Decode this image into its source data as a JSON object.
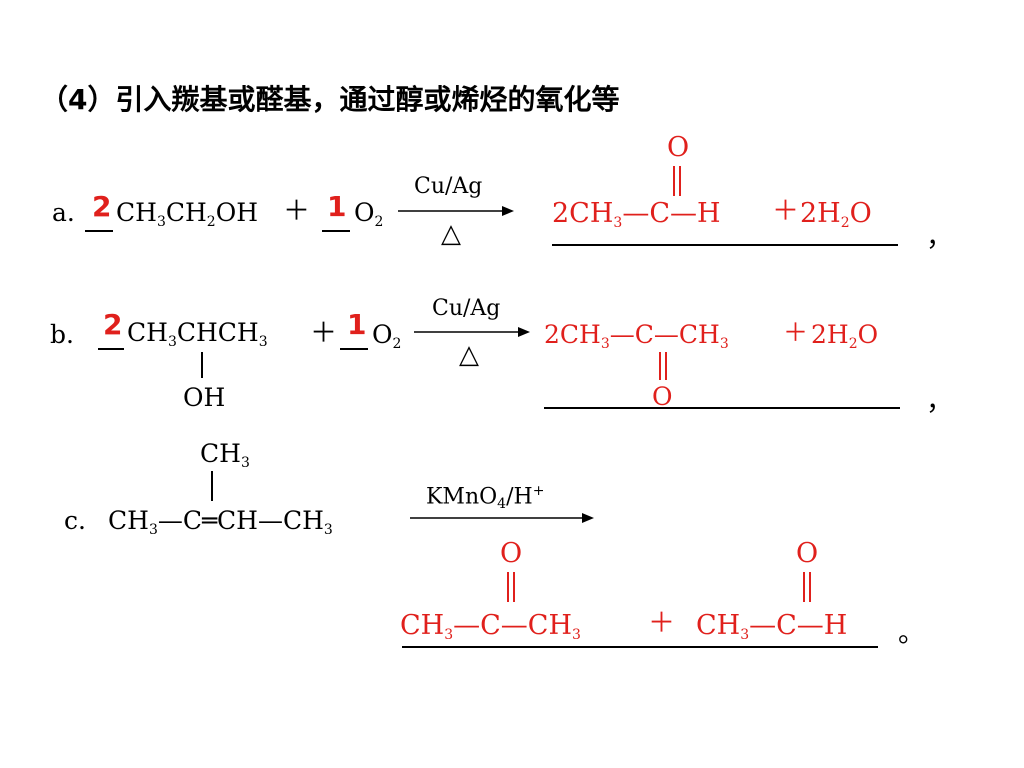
{
  "title": "（4）引入羰基或醛基，通过醇或烯烃的氧化等",
  "reaction_a": {
    "label": "a.",
    "coef1": "2",
    "reactant1": "CH3CH2OH",
    "plus": "＋",
    "coef2": "1",
    "reactant2": "O2",
    "condition_top": "Cu/Ag",
    "condition_bottom": "△",
    "product_coef": "2",
    "product_main": "CH3—C—H",
    "product_o": "O",
    "product_plus": "＋",
    "product_water": "2H2O",
    "end_punct": "，"
  },
  "reaction_b": {
    "label": "b.",
    "coef1": "2",
    "reactant1": "CH3CHCH3",
    "reactant1_branch": "OH",
    "plus": "＋",
    "coef2": "1",
    "reactant2": "O2",
    "condition_top": "Cu/Ag",
    "condition_bottom": "△",
    "product_main": "2CH3—C—CH3",
    "product_o": "O",
    "product_plus": "＋",
    "product_water": "2H2O",
    "end_punct": "，"
  },
  "reaction_c": {
    "label": "c.",
    "reactant_main": "CH3—C═CH—CH3",
    "reactant_branch": "CH3",
    "condition_top": "KMnO4/H+",
    "product1_main": "CH3—C—CH3",
    "product1_o": "O",
    "plus": "＋",
    "product2_main": "CH3—C—H",
    "product2_o": "O",
    "end_punct": "。"
  }
}
